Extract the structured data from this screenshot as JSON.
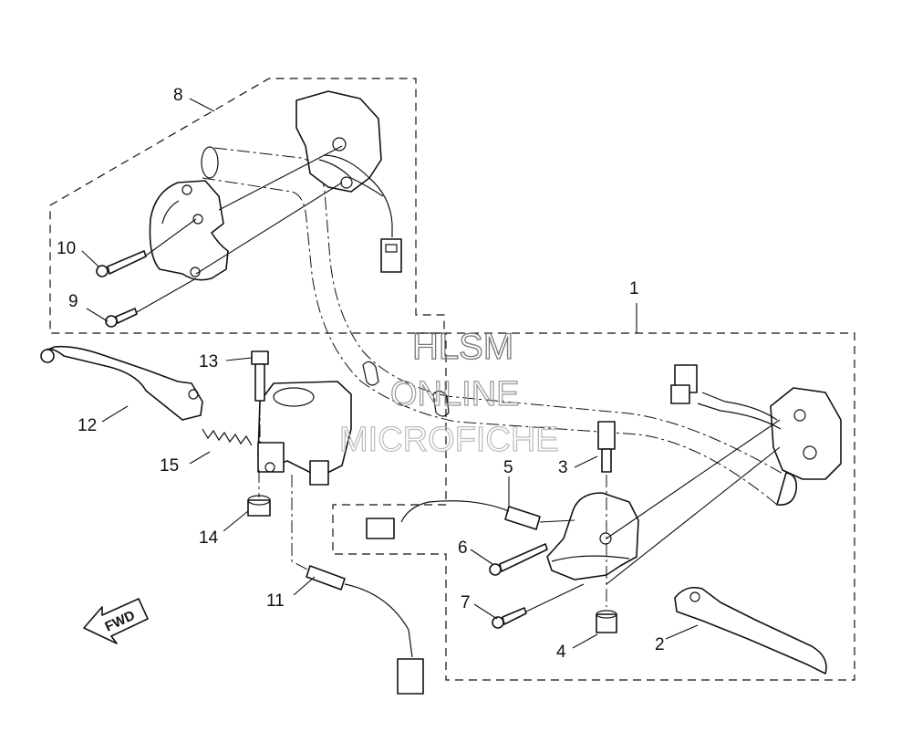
{
  "diagram": {
    "callouts": [
      {
        "id": "1",
        "text": "1"
      },
      {
        "id": "2",
        "text": "2"
      },
      {
        "id": "3",
        "text": "3"
      },
      {
        "id": "4",
        "text": "4"
      },
      {
        "id": "5",
        "text": "5"
      },
      {
        "id": "6",
        "text": "6"
      },
      {
        "id": "7",
        "text": "7"
      },
      {
        "id": "8",
        "text": "8"
      },
      {
        "id": "9",
        "text": "9"
      },
      {
        "id": "10",
        "text": "10"
      },
      {
        "id": "11",
        "text": "11"
      },
      {
        "id": "12",
        "text": "12"
      },
      {
        "id": "13",
        "text": "13"
      },
      {
        "id": "14",
        "text": "14"
      },
      {
        "id": "15",
        "text": "15"
      }
    ],
    "watermark": {
      "line1": "HLSM",
      "line2": "ONLINE",
      "line3": "MICROFICHE"
    },
    "direction_marker": {
      "text": "FWD"
    }
  }
}
